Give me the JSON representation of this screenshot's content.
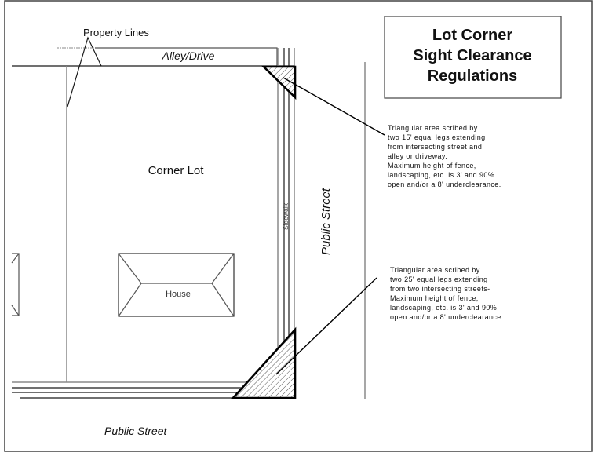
{
  "title": {
    "lines": [
      "Lot Corner",
      "Sight Clearance",
      "Regulations"
    ]
  },
  "labels": {
    "property_lines": "Property Lines",
    "alley": "Alley/Drive",
    "corner_lot": "Corner Lot",
    "house": "House",
    "sidewalk": "Sidewalk",
    "public_street_side": "Public Street",
    "public_street_bottom": "Public Street"
  },
  "notes": [
    {
      "id": "alley-triangle-note",
      "lines": [
        "Triangular area scribed by",
        "two 15' equal legs extending",
        "from intersecting street and",
        "alley or driveway.",
        "Maximum height of fence,",
        "landscaping, etc. is 3' and 90%",
        "open and/or a 8' underclearance."
      ]
    },
    {
      "id": "street-triangle-note",
      "lines": [
        "Triangular area scribed by",
        "two 25' equal legs extending",
        "from two intersecting streets-",
        "Maximum height of fence,",
        "landscaping, etc. is 3' and 90%",
        "open and/or a 8' underclearance."
      ]
    }
  ],
  "legs": {
    "alley_triangle_leg_ft": 15,
    "street_triangle_leg_ft": 25,
    "max_height_ft": 3,
    "open_percent": 90,
    "underclearance_ft": 8
  }
}
